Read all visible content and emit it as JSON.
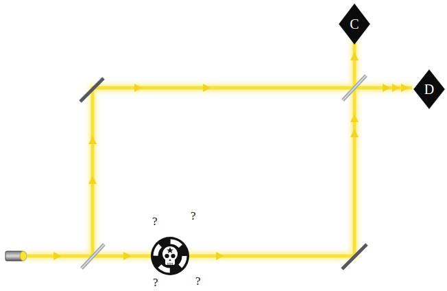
{
  "diagram": {
    "nodes": [
      {
        "text": [
          "C"
        ]
      },
      {
        "text": [
          "D"
        ]
      }
    ],
    "labels": [
      "?",
      "?",
      "?",
      "?"
    ]
  }
}
